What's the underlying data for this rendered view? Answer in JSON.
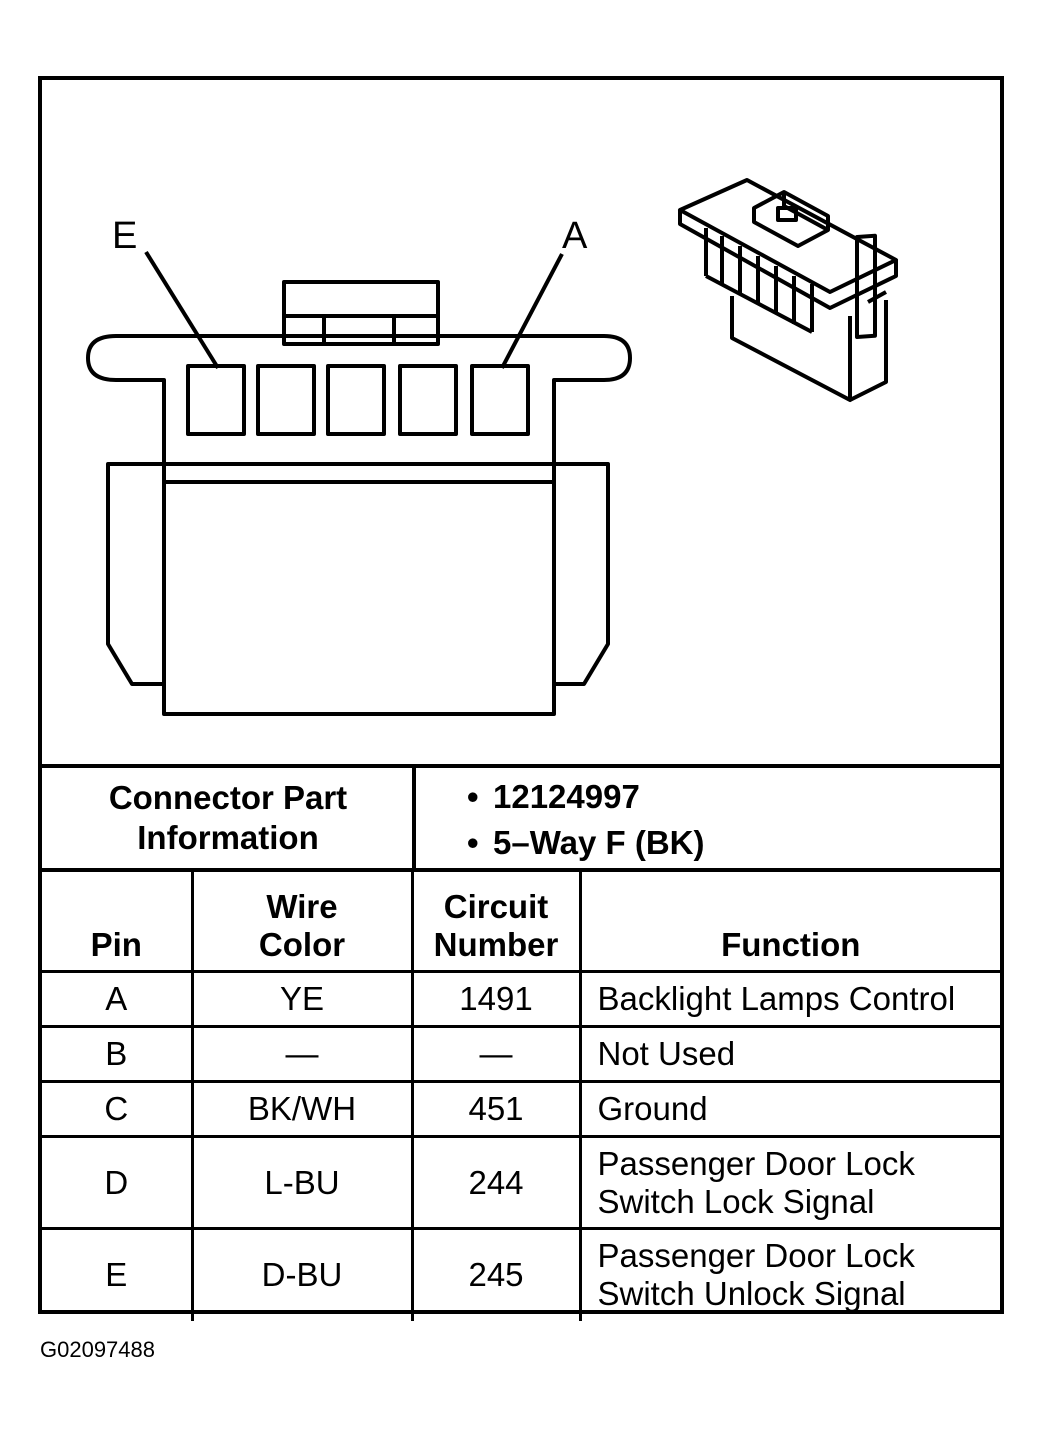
{
  "diagram": {
    "pin_label_left": "E",
    "pin_label_right": "A"
  },
  "connector_info": {
    "label_line1": "Connector Part",
    "label_line2": "Information",
    "part_number": "12124997",
    "description": "5–Way F (BK)",
    "bullet": "•"
  },
  "table": {
    "headers": {
      "pin": "Pin",
      "wire_color_line1": "Wire",
      "wire_color_line2": "Color",
      "circuit_line1": "Circuit",
      "circuit_line2": "Number",
      "function": "Function"
    },
    "rows": [
      {
        "pin": "A",
        "wire_color": "YE",
        "circuit": "1491",
        "function_line1": "Backlight Lamps Control",
        "function_line2": ""
      },
      {
        "pin": "B",
        "wire_color": "—",
        "circuit": "—",
        "function_line1": "Not Used",
        "function_line2": ""
      },
      {
        "pin": "C",
        "wire_color": "BK/WH",
        "circuit": "451",
        "function_line1": "Ground",
        "function_line2": ""
      },
      {
        "pin": "D",
        "wire_color": "L-BU",
        "circuit": "244",
        "function_line1": "Passenger Door Lock",
        "function_line2": "Switch Lock Signal"
      },
      {
        "pin": "E",
        "wire_color": "D-BU",
        "circuit": "245",
        "function_line1": "Passenger Door Lock",
        "function_line2": "Switch Unlock Signal"
      }
    ]
  },
  "figure_id": "G02097488"
}
